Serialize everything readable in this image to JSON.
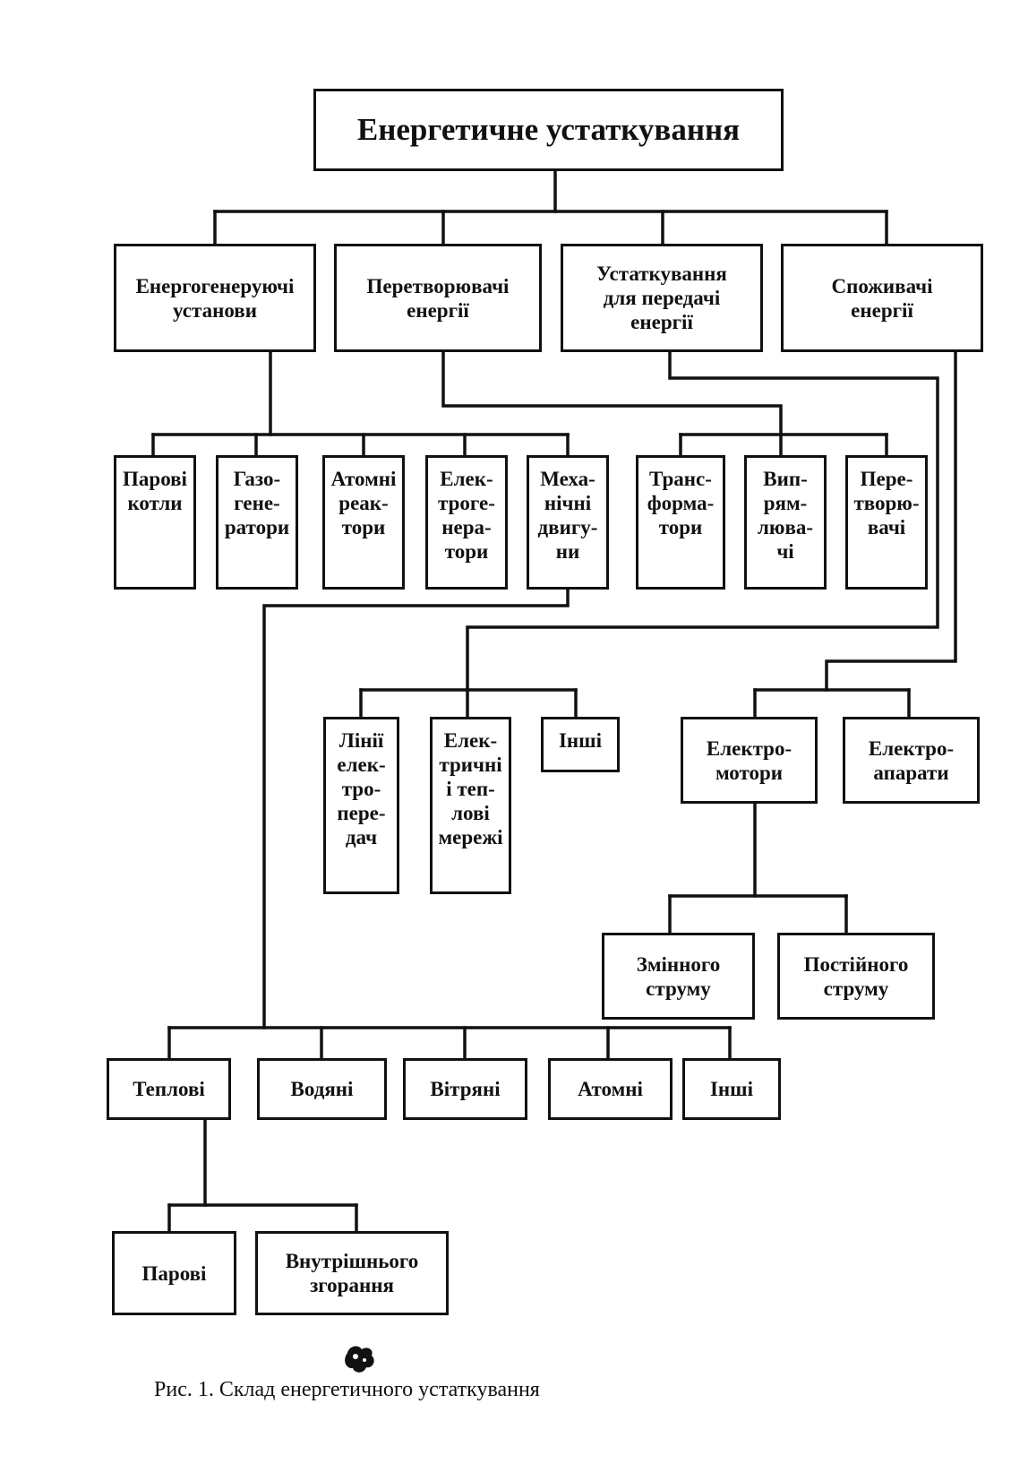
{
  "diagram": {
    "root": "Енергетичне   устаткування",
    "level1": [
      "Енергогенеруючі\nустанови",
      "Перетворювачі\nенергії",
      "Устаткування\nдля передачі\nенергії",
      "Споживачі\nенергії"
    ],
    "generators": [
      "Парові\nкотли",
      "Газо-\nгене-\nратори",
      "Атомні\nреак-\nтори",
      "Елек-\nтроге-\nнера-\nтори",
      "Меха-\nнічні\nдвигу-\nни"
    ],
    "converters": [
      "Транс-\nформа-\nтори",
      "Вип-\nрям-\nлюва-\nчі",
      "Пере-\nтворю-\nвачі"
    ],
    "transmission": [
      "Лінії\nелек-\nтро-\nпере-\nдач",
      "Елек-\nтричні\nі теп-\nлові\nмережі",
      "Інші"
    ],
    "consumers": [
      "Електро-\nмотори",
      "Електро-\nапарати"
    ],
    "motors": [
      "Змінного\nструму",
      "Постійного\nструму"
    ],
    "engines": [
      "Теплові",
      "Водяні",
      "Вітряні",
      "Атомні",
      "Інші"
    ],
    "thermal": [
      "Парові",
      "Внутрішнього\nзгорання"
    ],
    "caption": "Рис. 1. Склад енергетичного устаткування"
  }
}
